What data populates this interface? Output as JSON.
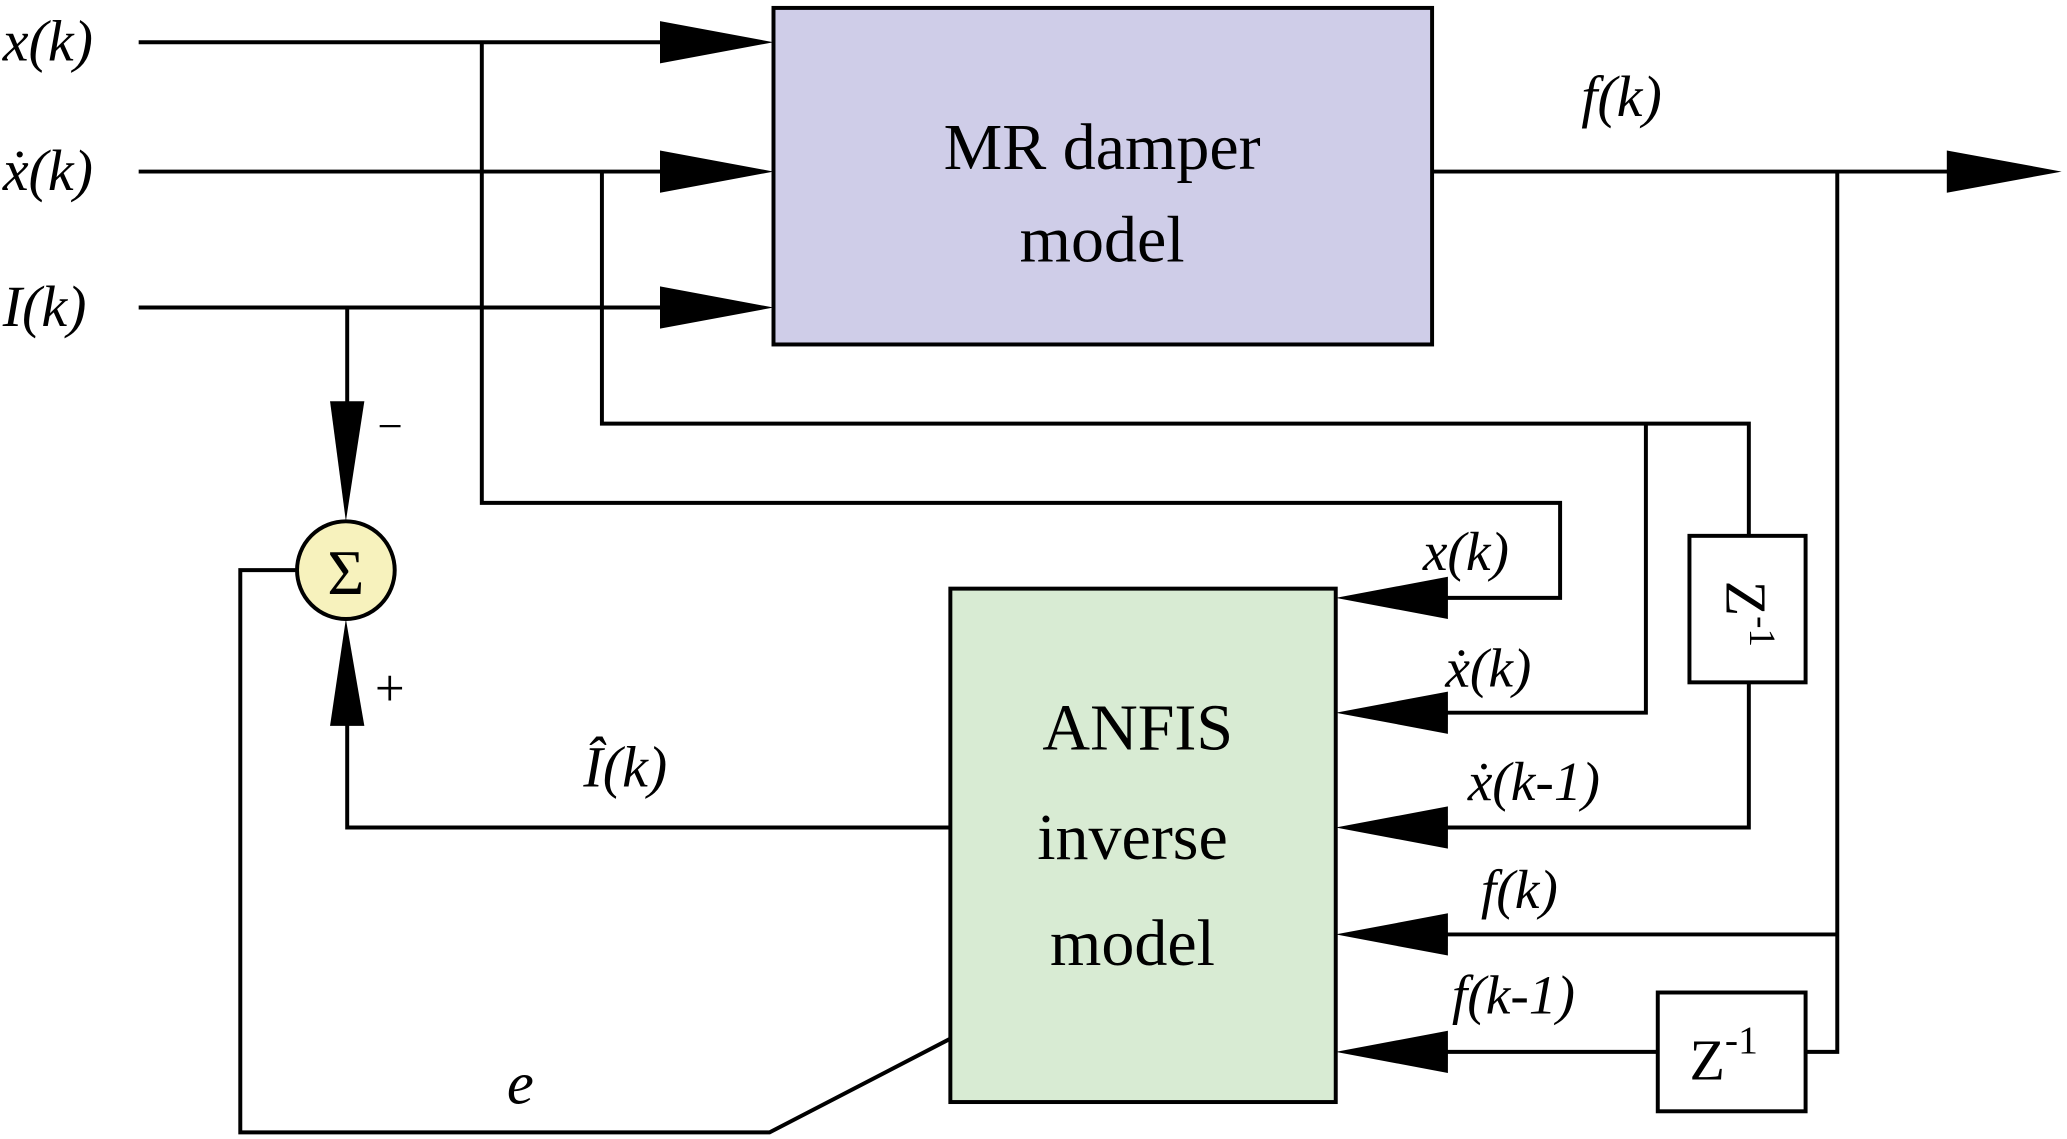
{
  "diagram": {
    "title": "ANFIS inverse model training structure for MR damper",
    "colors": {
      "mr_block_fill": "#cfcde8",
      "anfis_block_fill": "#d8ebd3",
      "sum_fill": "#f7f2bd",
      "line": "#000000"
    },
    "inputs": {
      "x": "x(k)",
      "xdot": "ẋ(k)",
      "current": "I(k)"
    },
    "blocks": {
      "mr_damper": {
        "line1": "MR damper",
        "line2": "model"
      },
      "anfis": {
        "line1": "ANFIS",
        "line2": "inverse",
        "line3": "model"
      },
      "delay_top": {
        "base": "Z",
        "exp": "-1"
      },
      "delay_bottom": {
        "base": "Z",
        "exp": "-1"
      },
      "sum": {
        "symbol": "Σ",
        "minus": "−",
        "plus": "+"
      }
    },
    "signals": {
      "output_force": "f(k)",
      "anfis_in_x": "x(k)",
      "anfis_in_xdot": "ẋ(k)",
      "anfis_in_xdot_prev": "ẋ(k-1)",
      "anfis_in_f": "f(k)",
      "anfis_in_f_prev": "f(k-1)",
      "estimated_current": "Î(k)",
      "error": "e"
    }
  }
}
